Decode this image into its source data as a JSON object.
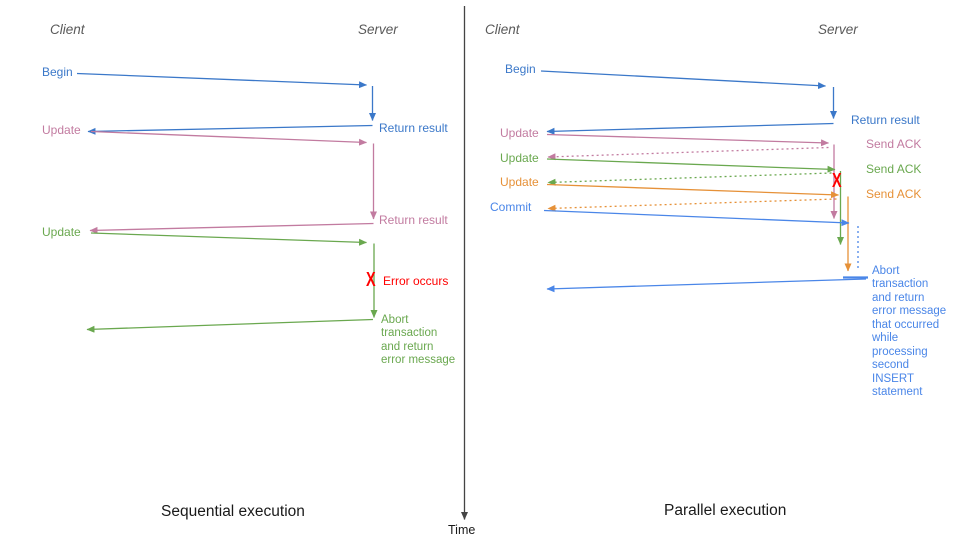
{
  "left": {
    "client": "Client",
    "server": "Server",
    "caption": "Sequential execution",
    "labels": {
      "begin": "Begin",
      "return1": "Return result",
      "update1": "Update",
      "return2": "Return result",
      "update2": "Update",
      "error_x": "X",
      "error": "Error occurs",
      "abort": "Abort\ntransaction\nand return\nerror message"
    }
  },
  "right": {
    "client": "Client",
    "server": "Server",
    "caption": "Parallel execution",
    "labels": {
      "begin": "Begin",
      "return1": "Return result",
      "update1": "Update",
      "ack1": "Send ACK",
      "update2": "Update",
      "ack2": "Send ACK",
      "update3": "Update",
      "ack3": "Send ACK",
      "commit": "Commit",
      "error_x": "X",
      "abort": "Abort\ntransaction\nand return\nerror message\nthat occurred\nwhile\nprocessing\nsecond\nINSERT\nstatement"
    }
  },
  "time_label": "Time",
  "colors": {
    "blue": "#3b78c9",
    "blue2": "#4a86e8",
    "pink": "#c27ba0",
    "green": "#6aa84f",
    "orange": "#e69138",
    "red": "#ff0000",
    "gray": "#595959",
    "axis": "#444444"
  }
}
